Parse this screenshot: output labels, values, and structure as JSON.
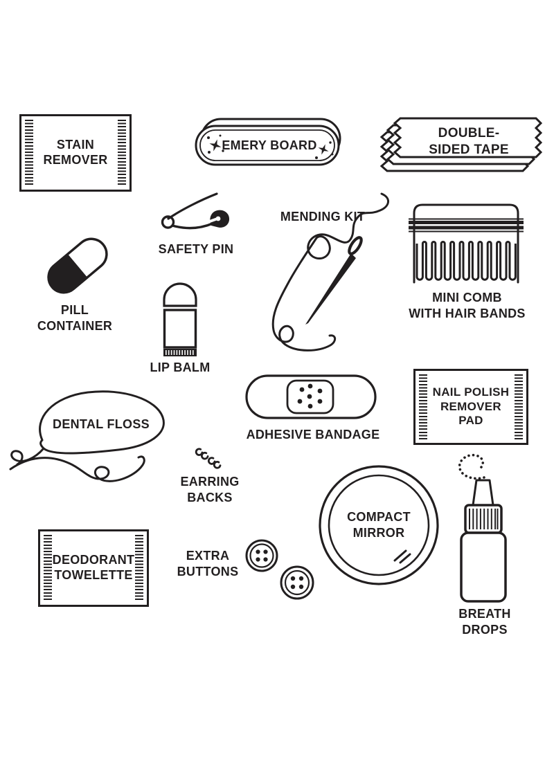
{
  "palette": {
    "ink": "#221f20",
    "background": "#ffffff"
  },
  "items": {
    "stain_remover": {
      "label": "STAIN\nREMOVER"
    },
    "emery_board": {
      "label": "EMERY BOARD"
    },
    "double_sided_tape": {
      "label": "DOUBLE-\nSIDED TAPE"
    },
    "safety_pin": {
      "label": "SAFETY PIN"
    },
    "mending_kit": {
      "label": "MENDING KIT"
    },
    "mini_comb": {
      "label": "MINI COMB\nWITH HAIR BANDS"
    },
    "pill_container": {
      "label": "PILL\nCONTAINER"
    },
    "lip_balm": {
      "label": "LIP BALM"
    },
    "dental_floss": {
      "label": "DENTAL FLOSS"
    },
    "adhesive_bandage": {
      "label": "ADHESIVE BANDAGE"
    },
    "nail_polish_pad": {
      "label": "NAIL POLISH\nREMOVER\nPAD"
    },
    "earring_backs": {
      "label": "EARRING\nBACKS"
    },
    "compact_mirror": {
      "label": "COMPACT\nMIRROR"
    },
    "deodorant_towelette": {
      "label": "DEODORANT\nTOWELETTE"
    },
    "extra_buttons": {
      "label": "EXTRA\nBUTTONS"
    },
    "breath_drops": {
      "label": "BREATH\nDROPS"
    }
  }
}
